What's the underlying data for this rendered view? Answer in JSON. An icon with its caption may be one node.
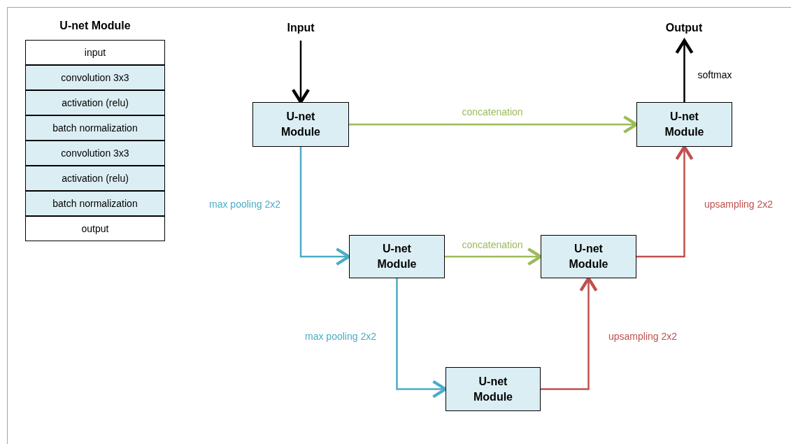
{
  "diagram": {
    "nodes": [
      {
        "text": [
          "U-net Module"
        ]
      },
      {
        "text": [
          "input"
        ],
        "in": 0
      },
      {
        "text": [
          "convolution 3x3"
        ],
        "in": 0
      },
      {
        "text": [
          "activation (relu)"
        ],
        "in": 0
      },
      {
        "text": [
          "batch normalization"
        ],
        "in": 0
      },
      {
        "text": [
          "convolution 3x3"
        ],
        "in": 0
      },
      {
        "text": [
          "activation (relu)"
        ],
        "in": 0
      },
      {
        "text": [
          "batch normalization"
        ],
        "in": 0
      },
      {
        "text": [
          "output"
        ],
        "in": 0
      },
      {
        "text": [
          "Input"
        ]
      },
      {
        "text": [
          "Output"
        ]
      },
      {
        "text": [
          "U-net Module"
        ]
      },
      {
        "text": [
          "U-net Module"
        ]
      },
      {
        "text": [
          "U-net Module"
        ]
      },
      {
        "text": [
          "U-net Module"
        ]
      },
      {
        "text": [
          "U-net Module"
        ]
      }
    ],
    "edges": [
      {
        "from": 9,
        "to": 11,
        "arrow": "to",
        "color": "#000000"
      },
      {
        "from": 11,
        "to": 12,
        "arrow": "to",
        "label": "concatenation",
        "color": "#9bbb59"
      },
      {
        "from": 11,
        "to": 13,
        "arrow": "to",
        "label": "max pooling 2x2",
        "color": "#4bacc6"
      },
      {
        "from": 13,
        "to": 14,
        "arrow": "to",
        "label": "concatenation",
        "color": "#9bbb59"
      },
      {
        "from": 13,
        "to": 15,
        "arrow": "to",
        "label": "max pooling 2x2",
        "color": "#4bacc6"
      },
      {
        "from": 15,
        "to": 14,
        "arrow": "to",
        "label": "upsampling 2x2",
        "color": "#c0504d"
      },
      {
        "from": 14,
        "to": 12,
        "arrow": "to",
        "label": "upsampling 2x2",
        "color": "#c0504d"
      },
      {
        "from": 12,
        "to": 10,
        "arrow": "to",
        "label": "softmax",
        "color": "#000000"
      }
    ]
  }
}
